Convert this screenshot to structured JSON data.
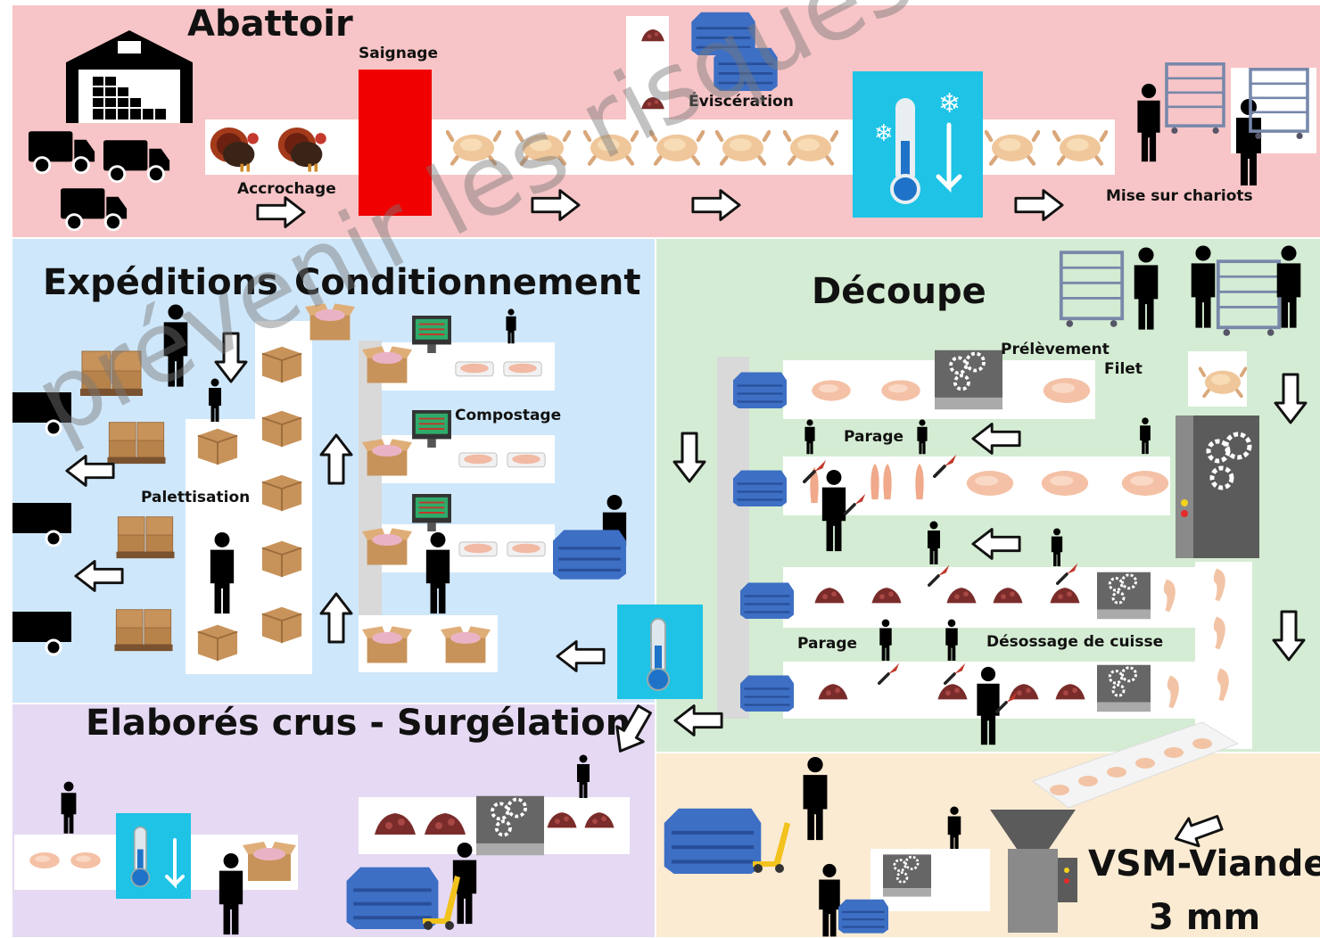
{
  "zones": {
    "abattoir": "Abattoir",
    "expeditions": "Expéditions",
    "conditionnement": "Conditionnement",
    "decoupe": "Découpe",
    "elabores": "Elaborés crus - Surgélation",
    "vsm": "VSM-Viande",
    "vsm_size": "3 mm"
  },
  "steps": {
    "saignage": "Saignage",
    "evisceration": "Éviscération",
    "accrochage": "Accrochage",
    "mise_sur_chariots": "Mise sur chariots",
    "prelevement": "Prélèvement",
    "filet": "Filet",
    "parage_1": "Parage",
    "parage_2": "Parage",
    "desossage": "Désossage de cuisse",
    "compostage": "Compostage",
    "palettisation": "Palettisation"
  },
  "watermark": "prévenir les risques liés aux machi",
  "colors": {
    "abattoir_bg": "#f7c5c7",
    "expeditions_bg": "#cfe7fa",
    "decoupe_bg": "#d4ecd3",
    "elabores_bg": "#e6d9f3",
    "vsm_bg": "#fbebd2",
    "saignage_red": "#f00000",
    "cold_room": "#1ec3e6",
    "crate_blue": "#3d6fc4"
  },
  "icons": [
    "warehouse-icon",
    "truck-icon",
    "turkey-icon",
    "carcass-icon",
    "thermometer-icon",
    "worker-icon",
    "trolley-icon",
    "box-icon",
    "pallet-icon",
    "machine-gear-icon",
    "screen-icon",
    "tray-icon",
    "crate-icon",
    "knife-icon",
    "arrow-icon",
    "grinder-icon",
    "pallet-jack-icon",
    "trailer-icon"
  ]
}
